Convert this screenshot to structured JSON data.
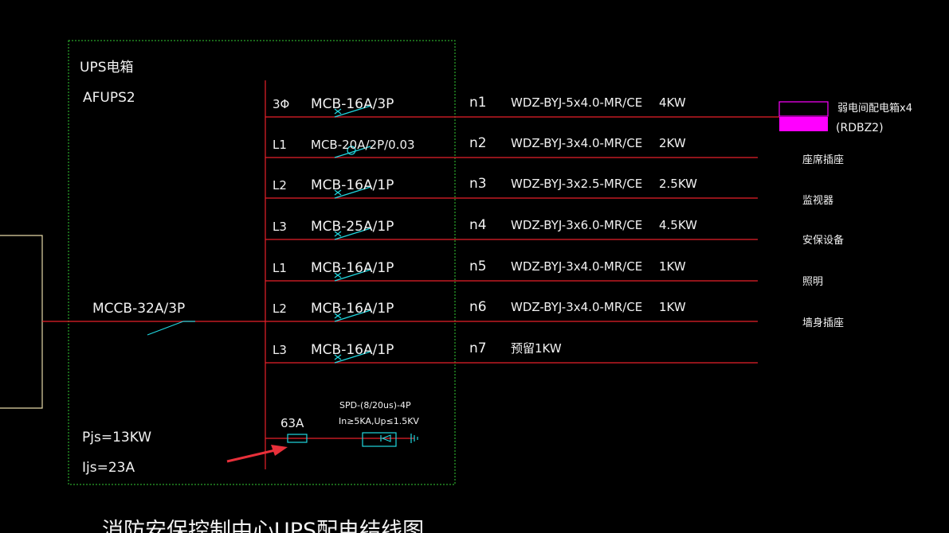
{
  "panel": {
    "title": "UPS电箱",
    "code": "AFUPS2",
    "main_breaker": "MCCB-32A/3P",
    "pjs": "Pjs=13KW",
    "ijs": "Ijs=23A"
  },
  "circuits": [
    {
      "phase": "3Φ",
      "breaker": "MCB-16A/3P",
      "id": "n1",
      "cable": "WDZ-BYJ-5x4.0-MR/CE",
      "power": "4KW",
      "load": ""
    },
    {
      "phase": "L1",
      "breaker": "MCB-20A/2P/0.03",
      "id": "n2",
      "cable": "WDZ-BYJ-3x4.0-MR/CE",
      "power": "2KW",
      "load": "座席插座"
    },
    {
      "phase": "L2",
      "breaker": "MCB-16A/1P",
      "id": "n3",
      "cable": "WDZ-BYJ-3x2.5-MR/CE",
      "power": "2.5KW",
      "load": "监视器"
    },
    {
      "phase": "L3",
      "breaker": "MCB-25A/1P",
      "id": "n4",
      "cable": "WDZ-BYJ-3x6.0-MR/CE",
      "power": "4.5KW",
      "load": "安保设备"
    },
    {
      "phase": "L1",
      "breaker": "MCB-16A/1P",
      "id": "n5",
      "cable": "WDZ-BYJ-3x4.0-MR/CE",
      "power": "1KW",
      "load": "照明"
    },
    {
      "phase": "L2",
      "breaker": "MCB-16A/1P",
      "id": "n6",
      "cable": "WDZ-BYJ-3x4.0-MR/CE",
      "power": "1KW",
      "load": "墙身插座"
    },
    {
      "phase": "L3",
      "breaker": "MCB-16A/1P",
      "id": "n7",
      "cable": "预留1KW",
      "power": "",
      "load": ""
    }
  ],
  "sub_box": {
    "label": "弱电间配电箱x4",
    "code": "(RDBZ2)"
  },
  "spd": {
    "fuse": "63A",
    "line1": "SPD-(8/20us)-4P",
    "line2": "In≥5KA,Up≤1.5KV"
  },
  "caption": "消防安保控制中心UPS配电结线图",
  "colors": {
    "bus": "#e8202a",
    "breaker": "#20d8e0",
    "frame": "#33cc33",
    "magenta": "#ff00ff",
    "arrow": "#e8303a"
  }
}
